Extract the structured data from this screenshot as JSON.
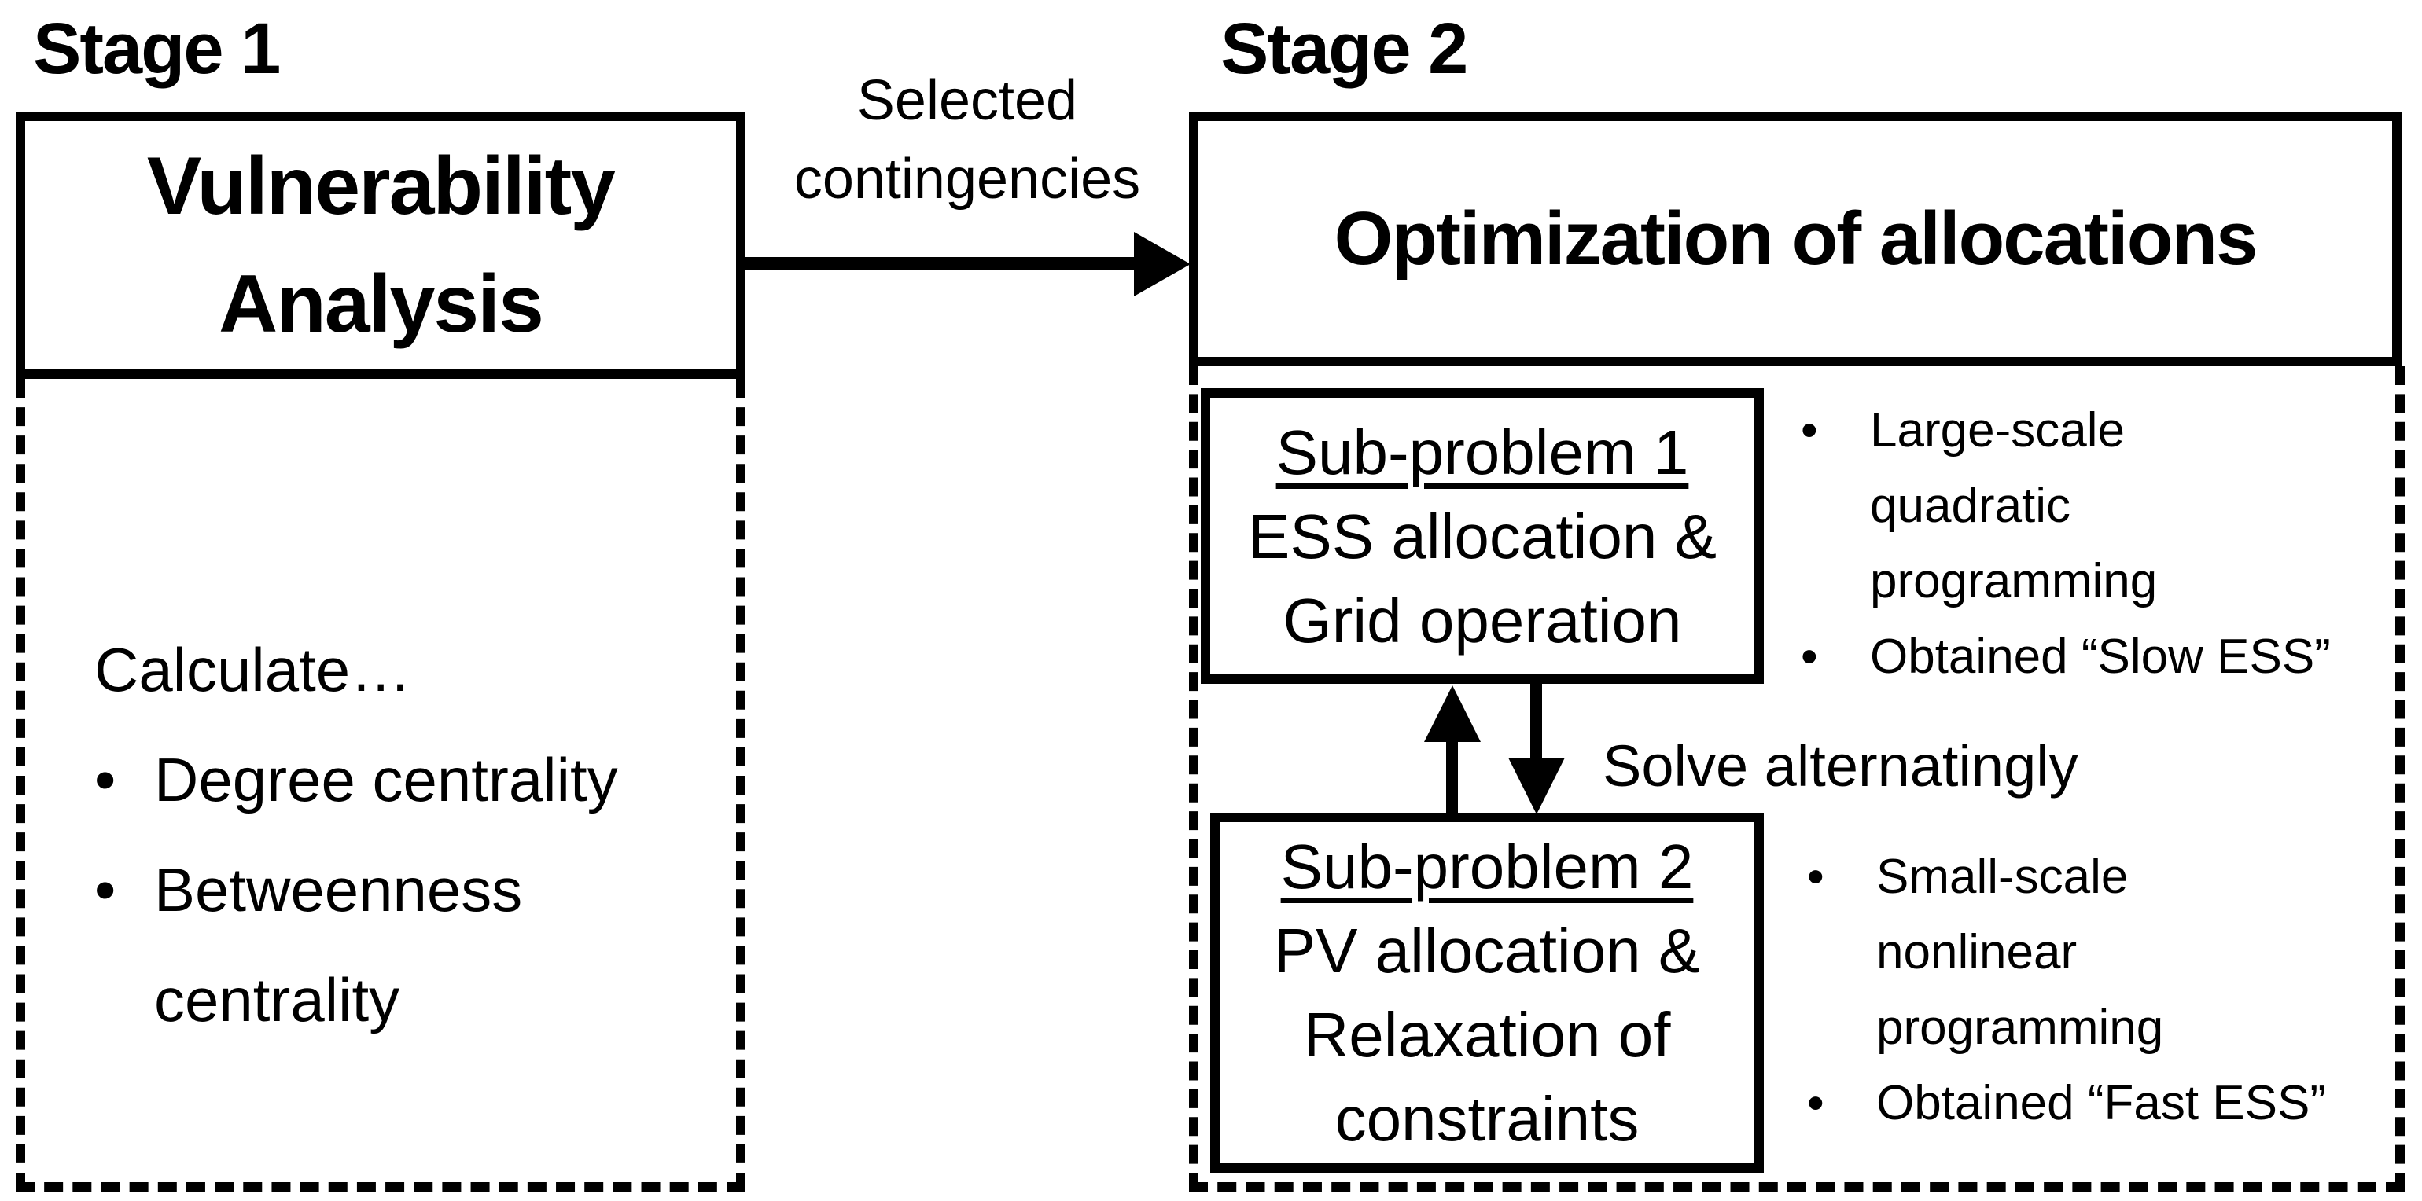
{
  "colors": {
    "ink": "#000000",
    "background": "#ffffff"
  },
  "bullet_glyph": "•",
  "stage1": {
    "label": "Stage 1",
    "box_title": "Vulnerability\nAnalysis",
    "details_intro": "Calculate…",
    "bullets": [
      "Degree centrality",
      "Betweenness\ncentrality"
    ]
  },
  "transition": {
    "arrow_label": "Selected\ncontingencies"
  },
  "stage2": {
    "label": "Stage 2",
    "box_title": "Optimization of allocations",
    "solve_label": "Solve alternatingly",
    "subproblem1": {
      "title": "Sub-problem 1",
      "body": "ESS allocation &\nGrid operation",
      "bullets": [
        "Large-scale\nquadratic\nprogramming",
        "Obtained “Slow ESS”"
      ]
    },
    "subproblem2": {
      "title": "Sub-problem 2",
      "body": "PV allocation &\nRelaxation of\nconstraints",
      "bullets": [
        "Small-scale\nnonlinear\nprogramming",
        "Obtained “Fast ESS”"
      ]
    }
  }
}
